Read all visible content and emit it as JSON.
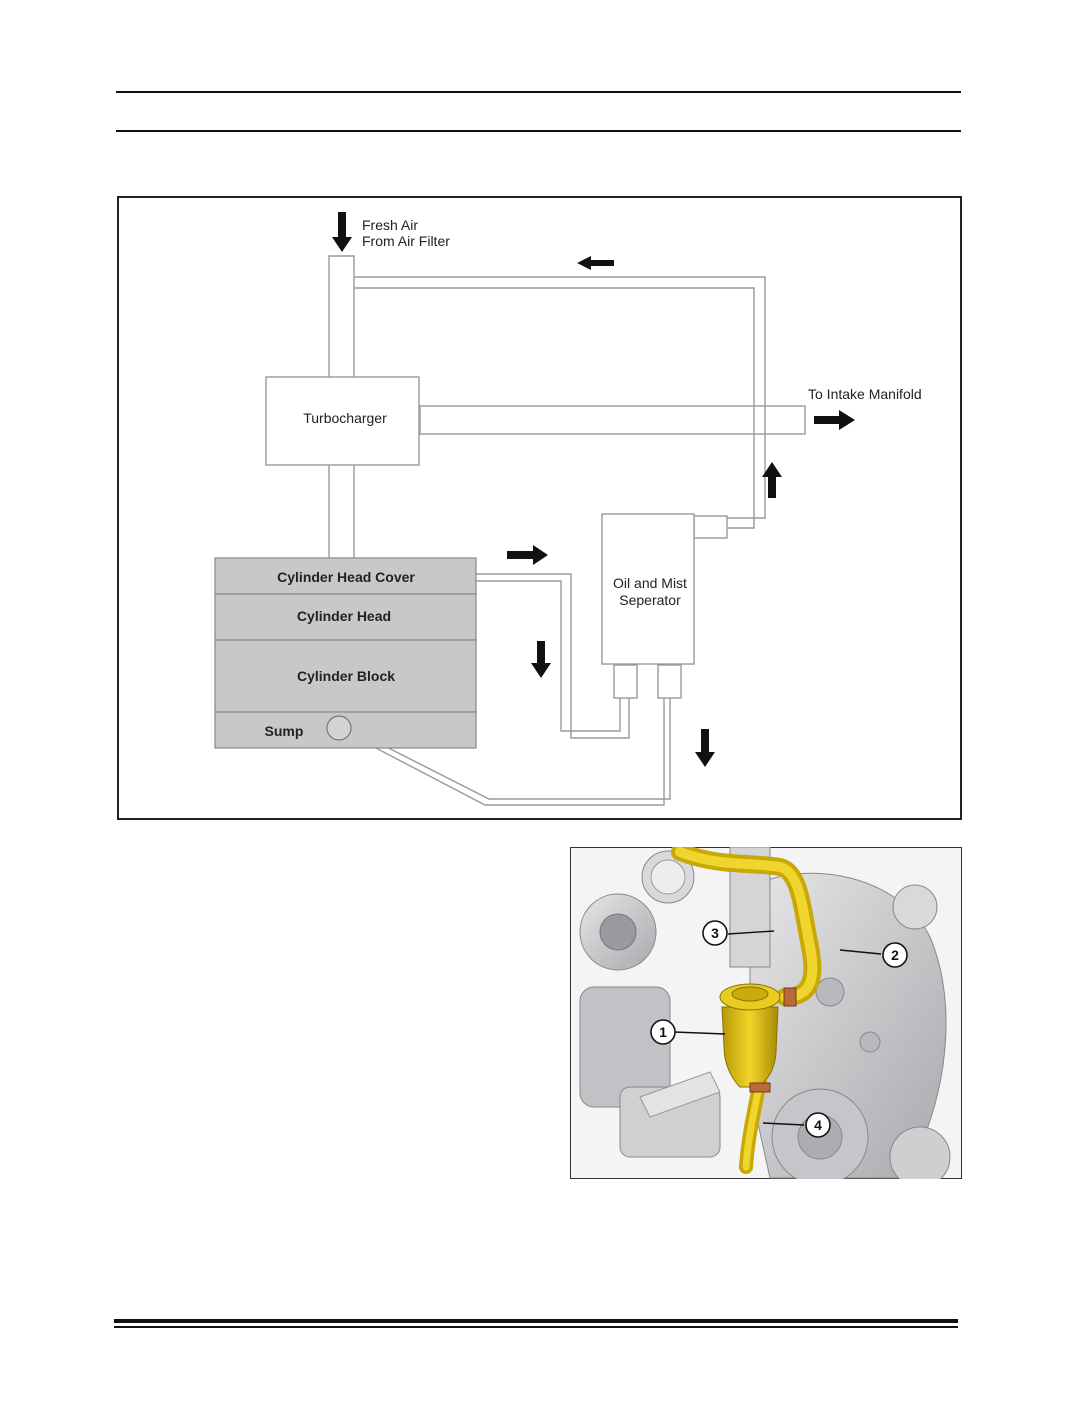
{
  "diagram": {
    "labels": {
      "fresh_air_line1": "Fresh Air",
      "fresh_air_line2": "From Air Filter",
      "turbocharger": "Turbocharger",
      "to_intake": "To Intake Manifold",
      "separator_line1": "Oil and Mist",
      "separator_line2": "Seperator",
      "cylinder_head_cover": "Cylinder Head Cover",
      "cylinder_head": "Cylinder Head",
      "cylinder_block": "Cylinder Block",
      "sump": "Sump"
    },
    "colors": {
      "engine_block_fill": "#c8c8c8",
      "pipe_stroke": "#9a9a9a",
      "arrow": "#111111"
    }
  },
  "photo": {
    "callouts": [
      "1",
      "2",
      "3",
      "4"
    ],
    "colors": {
      "hose": "#e3c418",
      "separator_body": "#d8b80e",
      "engine_metal": "#cfcfd2",
      "clamp": "#b86a3a"
    }
  }
}
